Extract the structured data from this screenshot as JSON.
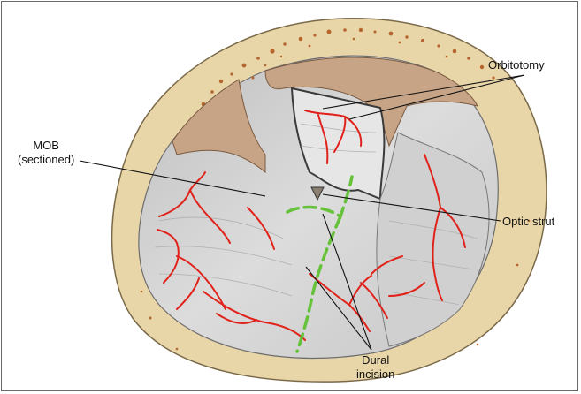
{
  "labels": {
    "orbitotomy": "Orbitotomy",
    "mob_line1": "MOB",
    "mob_line2": "(sectioned)",
    "optic_strut": "Optic strut",
    "dural_line1": "Dural",
    "dural_line2": "incision"
  },
  "colors": {
    "bone_rim": "#e9d6a8",
    "bone_pores": "#b5652e",
    "roof_tan": "#c8a486",
    "dura_gray": "#d9d9d9",
    "vessels": "#e0221a",
    "incision": "#66c23a",
    "strut": "#8a7f6e",
    "leader_lines": "#111111"
  }
}
